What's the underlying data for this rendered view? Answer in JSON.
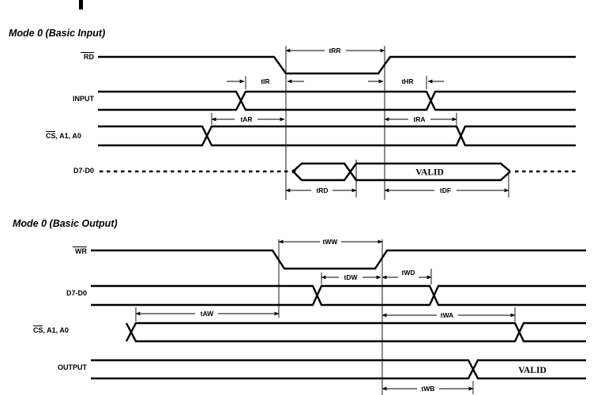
{
  "mode0_input": {
    "title": "Mode 0 (Basic Input)",
    "signals": {
      "rd": "RD",
      "input": "INPUT",
      "cs_prefix": "CS",
      "cs_suffix": ", A1, A0",
      "data": "D7-D0"
    },
    "data_value": "VALID",
    "timings": {
      "tRR": "tRR",
      "tIR": "tIR",
      "tHR": "tHR",
      "tAR": "tAR",
      "tRA": "tRA",
      "tRD": "tRD",
      "tDF": "tDF"
    }
  },
  "mode0_output": {
    "title": "Mode 0 (Basic Output)",
    "signals": {
      "wr": "WR",
      "data": "D7-D0",
      "cs_prefix": "CS",
      "cs_suffix": ", A1, A0",
      "output": "OUTPUT"
    },
    "output_value": "VALID",
    "timings": {
      "tWW": "tWW",
      "tDW": "tDW",
      "tWD": "tWD",
      "tAW": "tAW",
      "tWA": "tWA",
      "tWB": "tWB"
    }
  }
}
